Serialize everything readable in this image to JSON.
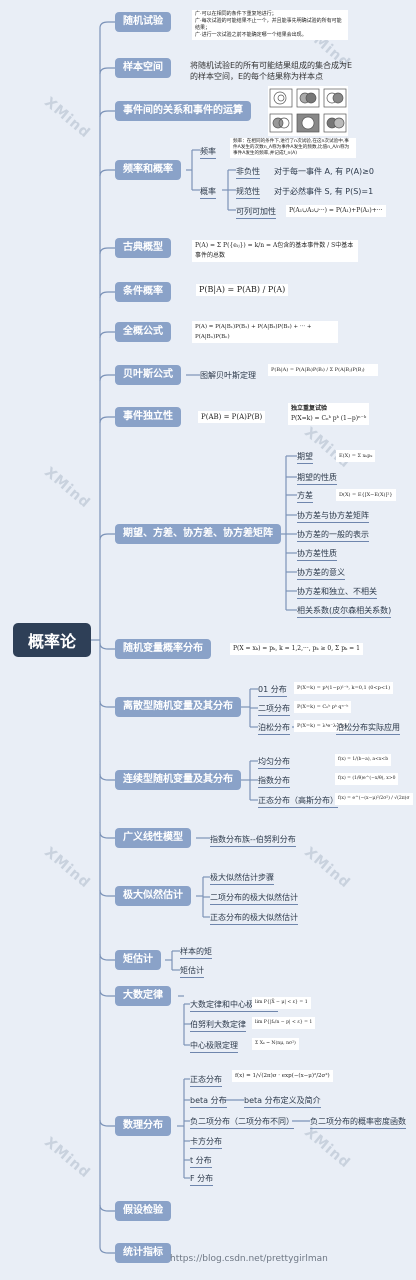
{
  "root": "概率论",
  "watermark": "XMind",
  "footer": "https://blog.csdn.net/prettygirlman",
  "topics": {
    "random_experiment": "随机试验",
    "sample_space": "样本空间",
    "event_ops": "事件间的关系和事件的运算",
    "frequency_probability": "频率和概率",
    "classical": "古典概型",
    "conditional": "条件概率",
    "total_probability": "全概公式",
    "bayes": "贝叶斯公式",
    "independence": "事件独立性",
    "expectation": "期望、方差、协方差、协方差矩阵",
    "rv_distribution": "随机变量概率分布",
    "discrete": "离散型随机变量及其分布",
    "continuous": "连续型随机变量及其分布",
    "glm": "广义线性模型",
    "mle": "极大似然估计",
    "moments": "矩估计",
    "lln": "大数定律",
    "math_distributions": "数理分布",
    "hypothesis": "假设检验",
    "statistics": "统计指标"
  },
  "sample_space_desc": "将随机试验E的所有可能结果组成的集合成为E的样本空间，E的每个结果称为样本点",
  "random_experiment_notes": [
    "广·可以在相同的条件下重复地进行；",
    "广·每次试验的可能结果不止一个，并且能事先明确试验的所有可能结果；",
    "广·进行一次试验之前不能确定哪一个结果会出现。"
  ],
  "freq": {
    "frequency": "频率",
    "probability": "概率",
    "nonneg": "非负性",
    "nonneg_desc": "对于每一事件 A, 有 P(A)≥0",
    "norm": "规范性",
    "norm_desc": "对于必然事件 S, 有 P(S)=1",
    "additivity": "可列可加性",
    "additivity_formula": "P(A₁∪A₂∪···) = P(A₁)+P(A₂)+···",
    "freq_note": "频率：在相同的条件下,进行了n次试验,在这n次试验中,事件A发生的次数n_A称为事件A发生的频数,比值n_A/n称为事件A发生的频率,并记成f_n(A)"
  },
  "classical_formula": "P(A) = Σ P({eᵢⱼ}) = k/n = A包含的基本事件数 / S中基本事件的总数",
  "conditional_formula": "P(B|A) = P(AB) / P(A)",
  "total_formula": "P(A) = P(A|B₁)P(B₁) + P(A|B₂)P(B₂) + ··· + P(A|Bₙ)P(Bₙ)",
  "bayes_child": "图解贝叶斯定理",
  "bayes_formula": "P(Bᵢ|A) = P(A|Bᵢ)P(Bᵢ) / Σ P(A|Bⱼ)P(Bⱼ)",
  "independence_formula": "P(AB) = P(A)P(B)",
  "bernoulli_title": "独立重复试验",
  "bernoulli_formula": "P(X=k) = Cₙᵏ pᵏ (1−p)ⁿ⁻ᵏ",
  "expectation_items": [
    "期望",
    "期望的性质",
    "方差",
    "协方差与协方差矩阵",
    "协方差的一般的表示",
    "协方差性质",
    "协方差的意义",
    "协方差和独立、不相关",
    "相关系数(皮尔森相关系数)"
  ],
  "expectation_formulas": [
    "E(X) = Σ xₖpₖ",
    "",
    "D(X) = E{[X−E(X)]²}",
    "",
    "",
    "",
    "",
    "",
    ""
  ],
  "rv_formula": "P(X = xₖ) = pₖ, k = 1,2,···,   pₖ ≥ 0,  Σ pₖ = 1",
  "discrete_items": [
    "01 分布",
    "二项分布",
    "泊松分布"
  ],
  "discrete_formulas": [
    "P(X=k) = pᵏ(1−p)¹⁻ᵏ, k=0,1  (0<p<1)",
    "P(X=k) = Cₙᵏ pᵏ qⁿ⁻ᵏ",
    "P(X=k) = λᵏe⁻λ / k!"
  ],
  "poisson_child": "泊松分布实际应用",
  "continuous_items": [
    "均匀分布",
    "指数分布",
    "正态分布（高斯分布）"
  ],
  "continuous_formulas": [
    "f(x) = 1/(b−a), a<x<b",
    "f(x) = (1/θ)e^(−x/θ), x>0",
    "f(x) = e^(−(x−μ)²/2σ²) / √(2π)σ"
  ],
  "glm_child": "指数分布族--伯努利分布",
  "mle_items": [
    "极大似然估计步骤",
    "二项分布的极大似然估计",
    "正态分布的极大似然估计"
  ],
  "moments_items": [
    "样本的矩",
    "矩估计"
  ],
  "lln_items": [
    "大数定律和中心极限定理",
    "伯努利大数定律",
    "中心极限定理"
  ],
  "lln_formulas": [
    "lim P{|X̄ − μ| < ε} = 1",
    "lim P{|fₐ/n − p| < ε} = 1",
    "Σ Xₖ ~ N(nμ, nσ²)"
  ],
  "dist_items": [
    "正态分布",
    "beta 分布",
    "负二项分布（二项分布不同）",
    "卡方分布",
    "t 分布",
    "F 分布"
  ],
  "normal_formula": "f(x) = 1/√(2π)σ · exp(−(x−μ)²/2σ²)",
  "beta_child": "beta 分布定义及简介",
  "negbin_child": "负二项分布的概率密度函数"
}
